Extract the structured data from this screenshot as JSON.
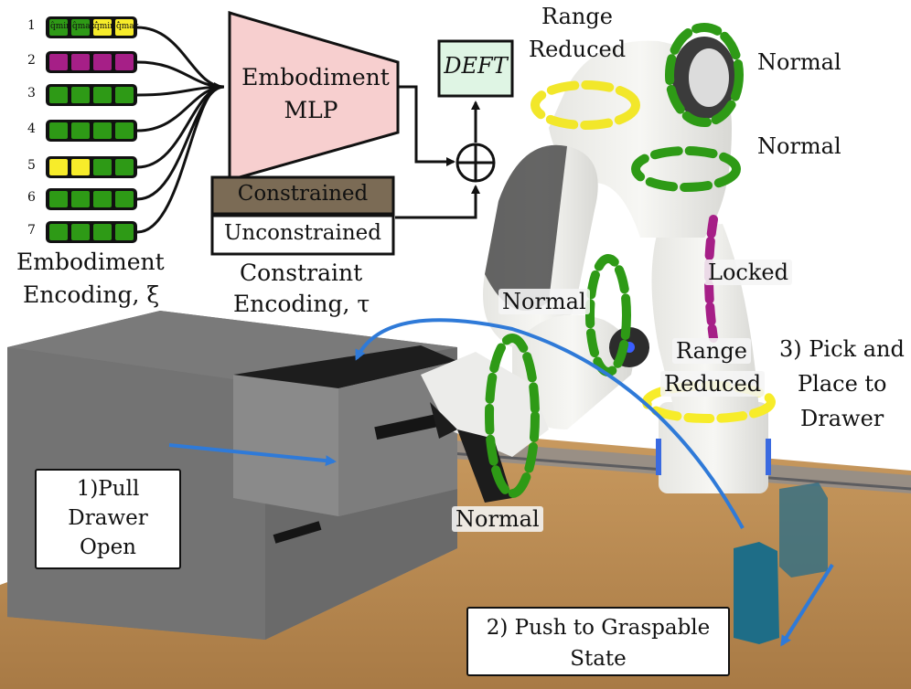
{
  "colors": {
    "green": "#2e9a16",
    "yellow": "#f7ec2a",
    "magenta": "#a61f87",
    "pink": "#f7cfcf",
    "mint": "#dff5e4",
    "brown": "#7b6b55",
    "blue": "#2f7ad8"
  },
  "encoding": {
    "rows": [
      {
        "index": "1",
        "cells": [
          "yellow-green",
          "yellow-green",
          "yellow",
          "yellow"
        ],
        "cell_labels": [
          "q̂min",
          "q̂max",
          "q̇̂min",
          "q̇̂max"
        ]
      },
      {
        "index": "2",
        "cells": [
          "magenta",
          "magenta",
          "magenta",
          "magenta"
        ]
      },
      {
        "index": "3",
        "cells": [
          "green",
          "green",
          "green",
          "green"
        ]
      },
      {
        "index": "4",
        "cells": [
          "green",
          "green",
          "green",
          "green"
        ]
      },
      {
        "index": "5",
        "cells": [
          "yellow",
          "yellow",
          "green",
          "green"
        ]
      },
      {
        "index": "6",
        "cells": [
          "green",
          "green",
          "green",
          "green"
        ]
      },
      {
        "index": "7",
        "cells": [
          "green",
          "green",
          "green",
          "green"
        ]
      }
    ],
    "caption_line1": "Embodiment",
    "caption_line2": "Encoding, ξ"
  },
  "mlp": {
    "line1": "Embodiment",
    "line2": "MLP"
  },
  "deft": "DEFT",
  "sum_symbol": "⊕",
  "constraint": {
    "constrained": "Constrained",
    "unconstrained": "Unconstrained",
    "caption_line1": "Constraint",
    "caption_line2": "Encoding, τ"
  },
  "joint_labels": {
    "range_reduced_top_1": "Range",
    "range_reduced_top_2": "Reduced",
    "normal_top": "Normal",
    "normal_second": "Normal",
    "locked": "Locked",
    "normal_mid": "Normal",
    "range_reduced_bottom_1": "Range",
    "range_reduced_bottom_2": "Reduced",
    "normal_bottom": "Normal"
  },
  "tasks": {
    "pull_1": "1)Pull",
    "pull_2": "Drawer",
    "pull_3": "Open",
    "push_1": "2) Push to Graspable",
    "push_2": "State",
    "pick_1": "3) Pick and",
    "pick_2": "Place to",
    "pick_3": "Drawer"
  }
}
